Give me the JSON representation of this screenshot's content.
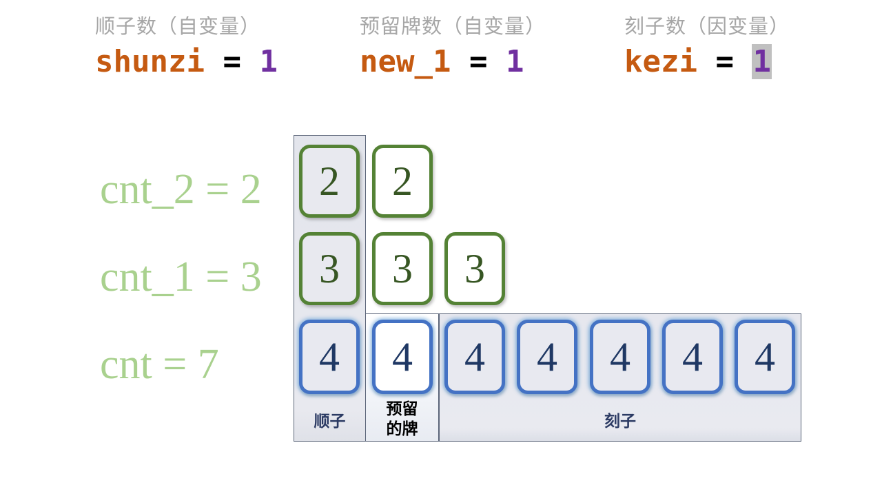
{
  "variables": [
    {
      "caption": "顺子数（自变量）",
      "name": "shunzi",
      "eq": "=",
      "value": "1",
      "highlighted": false
    },
    {
      "caption": "预留牌数（自变量）",
      "name": "new_1",
      "eq": "=",
      "value": "1",
      "highlighted": false
    },
    {
      "caption": "刻子数（因变量）",
      "name": "kezi",
      "eq": "=",
      "value": "1",
      "highlighted": true
    }
  ],
  "counts": [
    {
      "label": "cnt_2 = 2"
    },
    {
      "label": "cnt_1 = 3"
    },
    {
      "label": "cnt = 7"
    }
  ],
  "groups": {
    "shunzi": {
      "label": "顺子"
    },
    "reserve": {
      "label_line1": "预留",
      "label_line2": "的牌"
    },
    "kezi": {
      "label": "刻子"
    }
  },
  "rows": [
    {
      "color": "green",
      "cards": [
        "2",
        "2"
      ]
    },
    {
      "color": "green",
      "cards": [
        "3",
        "3",
        "3"
      ]
    },
    {
      "color": "blue",
      "cards": [
        "4",
        "4",
        "4",
        "4",
        "4",
        "4",
        "4"
      ]
    }
  ],
  "colors": {
    "variable_name": "#c55a11",
    "variable_value": "#7030a0",
    "caption": "#a6a6a6",
    "count_label": "#a9d18e",
    "green_card_border": "#548235",
    "blue_card_border": "#4472c4",
    "highlight": "#c0c0c0"
  }
}
